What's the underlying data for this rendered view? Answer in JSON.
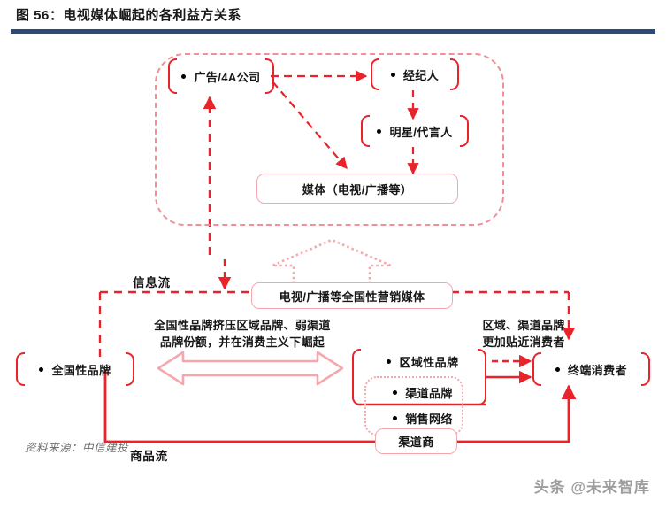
{
  "figure": {
    "title": "图 56：电视媒体崛起的各利益方关系",
    "source": "资料来源：中信建投",
    "watermark": "头条 @未来智库"
  },
  "colors": {
    "title_rule": "#2c4a77",
    "bracket_red": "#e8232a",
    "flow_red": "#e8232a",
    "soft_pink": "#f4a7ad",
    "dashed_pink": "#f08f96",
    "text": "#161616",
    "source_gray": "#6f6f6f"
  },
  "nodes": {
    "agency": "广告/4A公司",
    "broker": "经纪人",
    "celebrity": "明星/代言人",
    "media": "媒体（电视/广播等）",
    "national_media": "电视/广播等全国性营销媒体",
    "national_brand": "全国性品牌",
    "regional_brand": "区域性品牌",
    "channel_brand": "渠道品牌",
    "sales_network": "销售网络",
    "distributor": "渠道商",
    "consumer": "终端消费者"
  },
  "annotations": {
    "info_flow": "信息流",
    "goods_flow": "商品流",
    "center_note": "全国性品牌挤压区域品牌、弱渠道\n品牌份额，并在消费主义下崛起",
    "right_note": "区域、渠道品牌\n更加贴近消费者"
  }
}
